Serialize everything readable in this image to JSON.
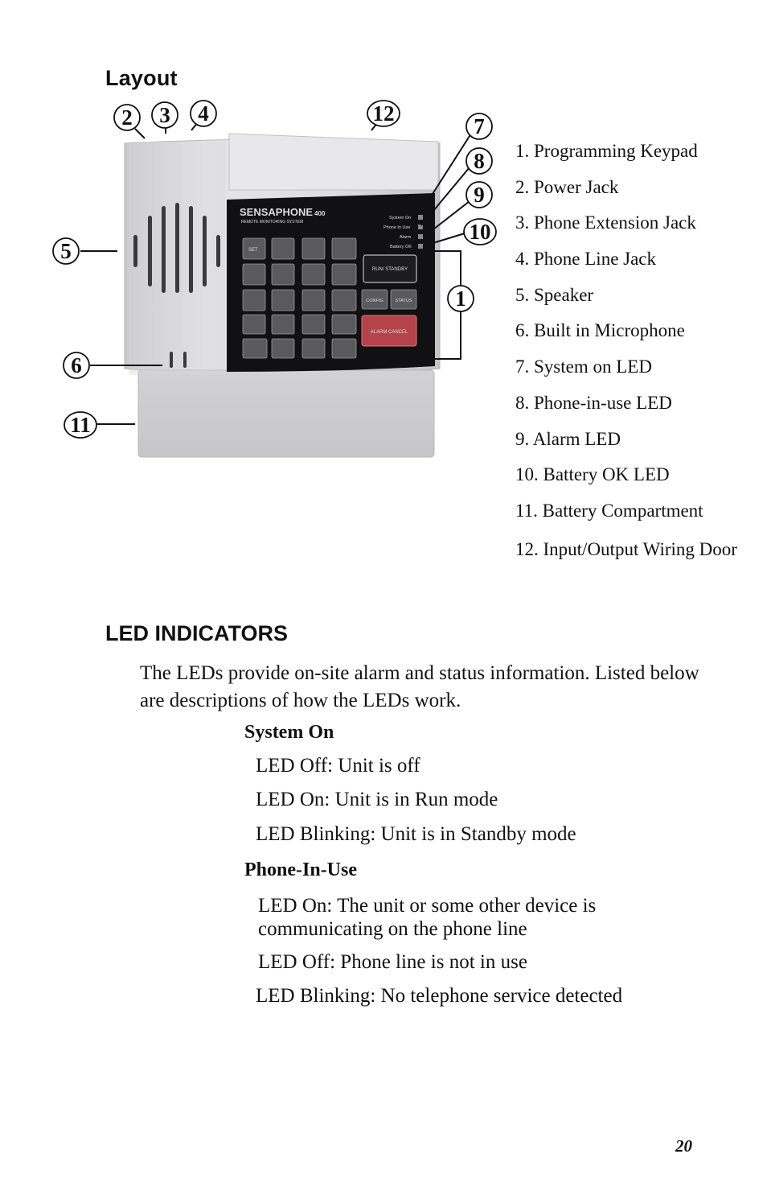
{
  "layout_heading": "Layout",
  "device": {
    "brand": "SENSAPHONE",
    "model": "400",
    "tagline": "REMOTE MONITORING SYSTEM",
    "leds": [
      "System On",
      "Phone In Use",
      "Alarm",
      "Battery OK"
    ],
    "keys": {
      "set": "SET",
      "run_standby": "RUN/ STANDBY",
      "alarm_cancel": "ALARM CANCEL",
      "config": "CONFIG",
      "status": "STATUS"
    }
  },
  "callouts": [
    "1",
    "2",
    "3",
    "4",
    "5",
    "6",
    "7",
    "8",
    "9",
    "10",
    "11",
    "12"
  ],
  "legend": [
    "1. Programming Keypad",
    "2. Power Jack",
    "3. Phone Extension Jack",
    "4. Phone Line Jack",
    "5. Speaker",
    "6. Built in Microphone",
    "7. System on LED",
    "8. Phone-in-use LED",
    "9. Alarm LED",
    "10. Battery OK LED",
    "11. Battery Compartment",
    "12. Input/Output Wiring Door"
  ],
  "led_section": {
    "heading": "LED INDICATORS",
    "intro": "The LEDs provide on-site alarm and status information. Listed below are descriptions of how the LEDs work.",
    "system_on": {
      "title": "System On",
      "items": [
        "LED Off: Unit is off",
        "LED On: Unit is in Run mode",
        "LED Blinking: Unit is in Standby mode"
      ]
    },
    "phone_in_use": {
      "title": "Phone-In-Use",
      "items": [
        "LED On: The unit or some other device is communicating on the phone line",
        "LED Off: Phone line is not in use",
        "LED Blinking: No telephone service detected"
      ]
    }
  },
  "page_number": "20"
}
